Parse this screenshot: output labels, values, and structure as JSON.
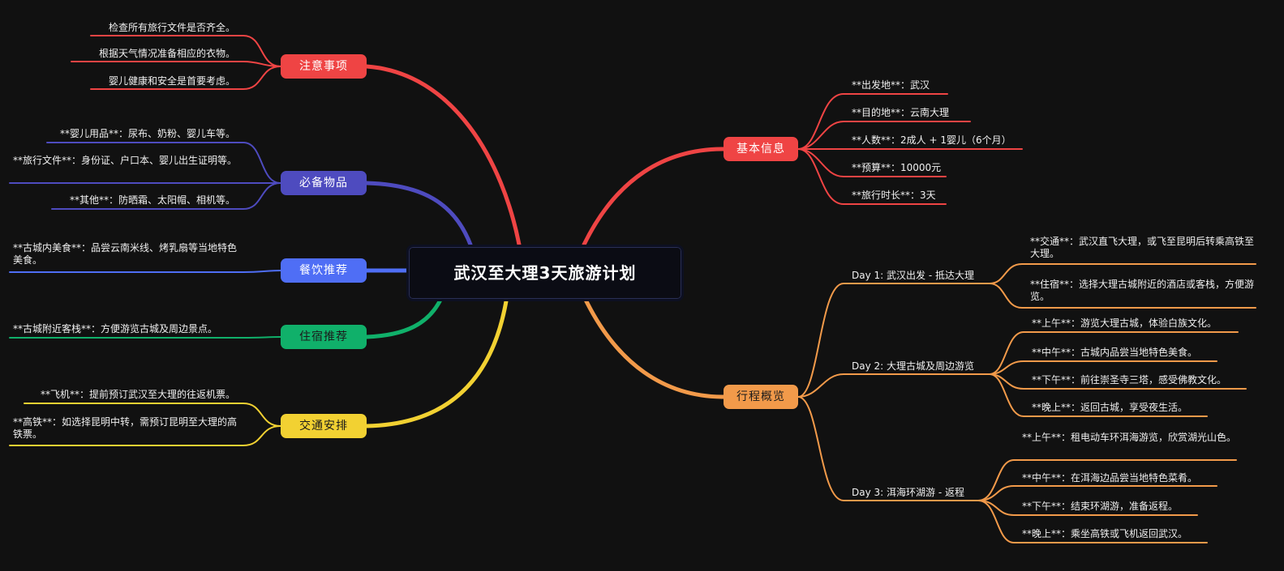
{
  "center": {
    "title": "武汉至大理3天旅游计划"
  },
  "branches": {
    "notes": {
      "label": "注意事项",
      "color": "#ef4444",
      "items": [
        "检查所有旅行文件是否齐全。",
        "根据天气情况准备相应的衣物。",
        "婴儿健康和安全是首要考虑。"
      ]
    },
    "essentials": {
      "label": "必备物品",
      "color": "#4e4bbf",
      "items": [
        "**婴儿用品**：尿布、奶粉、婴儿车等。",
        "**旅行文件**：身份证、户口本、婴儿出生证明等。",
        "**其他**：防晒霜、太阳帽、相机等。"
      ]
    },
    "food": {
      "label": "餐饮推荐",
      "color": "#4f6ef5",
      "items": [
        "**古城内美食**：品尝云南米线、烤乳扇等当地特色美食。"
      ]
    },
    "lodging": {
      "label": "住宿推荐",
      "color": "#10b06a",
      "items": [
        "**古城附近客栈**：方便游览古城及周边景点。"
      ]
    },
    "transport": {
      "label": "交通安排",
      "color": "#f2d132",
      "items": [
        "**飞机**：提前预订武汉至大理的往返机票。",
        "**高铁**：如选择昆明中转，需预订昆明至大理的高铁票。"
      ]
    },
    "basic": {
      "label": "基本信息",
      "color": "#ef4444",
      "items": [
        "**出发地**：武汉",
        "**目的地**：云南大理",
        "**人数**：2成人 + 1婴儿（6个月）",
        "**预算**：10000元",
        "**旅行时长**：3天"
      ]
    },
    "itinerary": {
      "label": "行程概览",
      "color": "#f29a4a",
      "days": [
        {
          "label": "Day 1: 武汉出发 - 抵达大理",
          "items": [
            "**交通**：武汉直飞大理，或飞至昆明后转乘高铁至大理。",
            "**住宿**：选择大理古城附近的酒店或客栈，方便游览。"
          ]
        },
        {
          "label": "Day 2: 大理古城及周边游览",
          "items": [
            "**上午**：游览大理古城，体验白族文化。",
            "**中午**：古城内品尝当地特色美食。",
            "**下午**：前往崇圣寺三塔，感受佛教文化。",
            "**晚上**：返回古城，享受夜生活。"
          ]
        },
        {
          "label": "Day 3: 洱海环湖游 - 返程",
          "items": [
            "**上午**：租电动车环洱海游览，欣赏湖光山色。",
            "**中午**：在洱海边品尝当地特色菜肴。",
            "**下午**：结束环湖游，准备返程。",
            "**晚上**：乘坐高铁或飞机返回武汉。"
          ]
        }
      ]
    }
  }
}
